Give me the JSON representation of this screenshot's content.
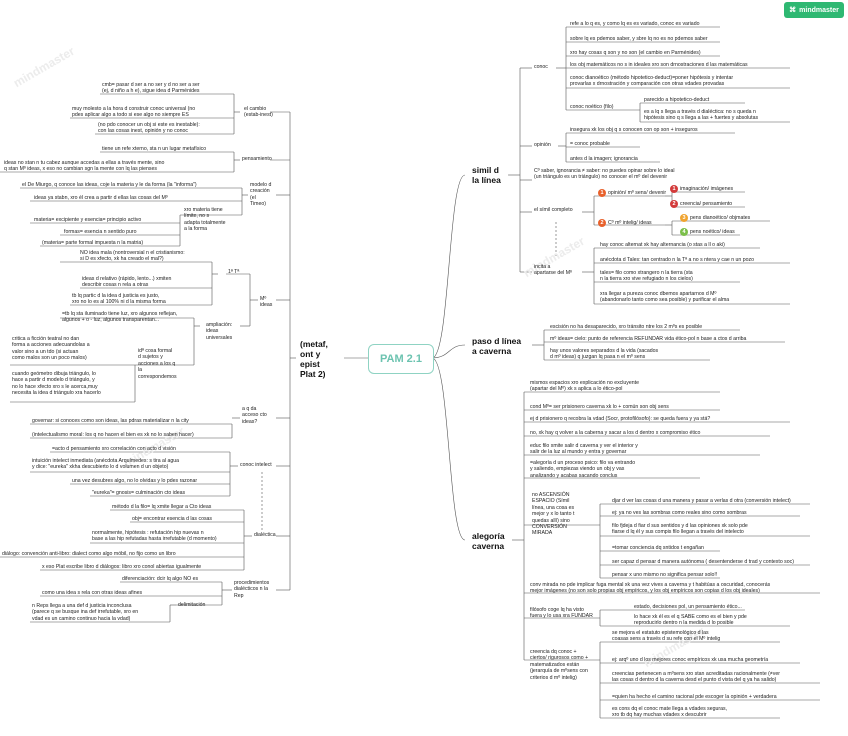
{
  "brand": {
    "name": "mindmaster"
  },
  "watermark": "mindmaster",
  "center": "PAM 2.1",
  "left_root": "(metaf,\nont y\nepist\nPlat 2)",
  "branches": {
    "simil": "simil d\nla línea",
    "paso": "paso d línea\na caverna",
    "alegoria": "alegoría\ncaverna"
  },
  "right_top": {
    "conoc": "conoc",
    "items": [
      "refe a lo q es, y como lq es es variado, conoc es variado",
      "sobre lq es pdemos saber, y sbre lq no es no pdemos saber",
      "xro hay cosas q son y no son (el cambio en Parménides)",
      "los obj matemáticos no s in ideales xro son drnostraciones d las matemáticas",
      "conoc dianoético (método hipotetico-deduct)=poner hipótesis y intentar\nprovarlas x drnostración y comparación con otras vdades provadas",
      "conoc noético (filo)"
    ],
    "noetico_sub": [
      "parecido a hipotetico-deduct",
      "es a lq s llega a través d dialéctica: no s queda n\nhipótesis sino q s llega a las + fuertes y absolutas"
    ]
  },
  "opinion": {
    "label": "opinión",
    "items": [
      "insegura xk los obj q s conocen con op son + inseguros",
      "= conoc probable",
      "antes d la imagen; ignorancia"
    ]
  },
  "cm": "Cº saber, ignorancia ≠ saber: no puedes opinar sobre lo ideal\n(un triángulo es un triángulo) no conocer el mº del devenir",
  "simil_completo": {
    "label": "el símil completo",
    "a": "opinión/ mº sens/ devenir",
    "b": "Cº mº intelig/ ideas",
    "a1": "imaginación/ imágenes",
    "a2": "creencia/ pensamiento",
    "b1": "pens dianoético/ objmates",
    "b2": "pens noético/ ideas",
    "n1": "1",
    "n2": "2"
  },
  "incita": {
    "label": "incita a\napartarse del Mº",
    "items": [
      "hay conoc alternat xk hay alternancia (o stas a ll o aki)",
      "anécdota d Tales: tan centrado n la Tª a no s ntera y cae n un pozo",
      "tales= filo como xtrangero n la tierra (sta\nn la tierra xro vive refugiado n los cielos)",
      "xra llegar a pureza conoc dbemos apartarnos d Mº\n(abandonarlo tanto como sea posible) y purificar el alma"
    ]
  },
  "paso_items": [
    "escisión no ha desaparecido, xro tránsito ntre los 2 mºs es posible",
    "mº ideas= cielo: punto de referencia REFUNDAR vida ético-pol n base a ctos d arriba",
    "hay unos valores separados d la vida (sacados\nd mº ideas) q juzgan lq pasa n el mº sens"
  ],
  "alegoria_items": [
    "mismos espacios xro explicación no excluyente\n(apartar del Mº) xk s aplica a lo ético-pol",
    "cond Mº= ser prisionero caverna xk lo + común son obj sens",
    "ej d prisionero q recobra la vdad (Socr, protofilósofo): se queda fuera y ya stá?",
    "no, xk hay q volver a la caberna y sacar a los d dentro x compromiso ético",
    "educ filo xmite salir d caverna y ver el interior y\nsalir de la luz al mundo y entra y governar",
    "=alegoría d un proceso psico: filo va entrando\ny saliendo, empiezas viendo un obj y vas\nanalizando y acabas sacando conclus"
  ],
  "ascension": {
    "label": "no ASCENSIÓN\nESPACIO (Símil\nlínea, una cosa es\nmejor y x lo tanto t\nquedas allí) sino\nCONVERSIÓN\nMIRADA",
    "items": [
      "djar d ver las cosas d una manera y pasar a verlas d otra (conversión intelect)",
      "ej: ya no ves las sombras como reales sino como sombras",
      "filo fjdeja d fiar d sus sentidos y d las opiniones xk solo pde\nfiarse d lq él y sus compis filo llegan a través del intelecto",
      "=tomar conciencia dq sntidos t engañan",
      "ser capaz d pensar d manera autónoma ( desentenderse d trad y contexto soc)",
      "pensar x uno mismo no significa pensar solo!!"
    ]
  },
  "conv": "conv mirada no pde implicar fuga mental xk una vez vives a caverna y t habitúas a oscuridad, conocerás\nmejor imágenes (no son solo propias obj empíricos, y los obj empíricos son copias d los obj ideales)",
  "filosofo": {
    "label": "filósofo coge lq ha visto\nfuera y lo usa xra FUNDAR",
    "items": [
      "estado, decisiones pol, un pensamiento ético...",
      "lo hace xk él es el q SABE como es el bien y pde\nreproducirlo dentro n la medida d lo posible"
    ]
  },
  "creencia": {
    "label": "creencia dq conoc +\nciertos/ rigurosos como +\nmatematizados están\n(jerarquía de mºsens con\ncriterios d mº intelig)",
    "items": [
      "se mejora el estatuto epistemológico d las\ncoasas sens a través d su refe con el Mº intelig",
      "ej: arqº uno d los mejores conoc empíricos xk usa mucha geometría",
      "creencias pertenecen a mºsens xro stan acreditadas racionalmente (≠ver\nlas cosas d dentro d la caverna desd el punto d vista del q ya ha salido)",
      "=quien ha hecho el camino racional pde escoger la opinión + verdadera",
      "es cons dq el conoc mate llega a vdades seguras,\nxro tb dq hay muchas vdades x descubrir"
    ]
  },
  "left": {
    "cambio": {
      "label": "el cambio\n(estab-inest)",
      "items": [
        "cmb= pasar d ser a no ser y d no ser a ser\n(ej, d niño a h e), sigue idea d Parménides",
        "muy molesto a la hora d construir conoc universal (no\npdes aplicar algo a todo si ese algo no siempre ES",
        "(no pdo conocer un obj si este es inestable):\ncon las cosas inest, opinión y no conoc"
      ]
    },
    "pens": {
      "label": "pensamiento",
      "items": [
        "tiene un refe xterno, sta n un lugar metafísico",
        "ideas no stan n tu cabez aunque accedas a ellas a través mente, sino\nq stan Mº ideas, x eso no cambian sgn la mente con lq las pienses"
      ]
    },
    "modelo": {
      "label": "modelo d\ncreación\n(el\nTimeo)",
      "items": [
        "el De Miurgo, q conoce las ideas, coje la materia y le da forma (la \"informa\")",
        "ideas ya stabn, xro él crea a partir d ellas las cosas del Mº",
        "materia= excipiente y esencia= principio activo",
        "formas= esencia n sentido puro",
        "(materia= parte formal impuesta n la matria)"
      ],
      "xro": "xro materia tiene\nlímite, no s\nadapta totalmente\na la forma"
    },
    "ideas": {
      "label": "Mº\nideas",
      "tt": "1ª Tª",
      "tt_items": [
        "NO idea mala (nontroversial n el cristianismo:\nsi D es xfecto, xk ha creado el mal?)",
        "ideas d relativo (rápido, lento...) xmiten\ndescribir cosas n rela a otras",
        "tb lq partic d la idea d justicia es justo,\nxro no lo es al 100% ni d la misma forma"
      ],
      "amp": "ampliación:\nideas\nuniversales",
      "amp_items": [
        "=tb lq sta iluminado tiene luz, xro algunos reflejan,\nalgunos + o - luz, algunos transparentan..."
      ],
      "crit": "critica a ficción teatral no dan\nforma a acciones adecuandolas a\nvalor sino a un tdo (si actuan\ncomo malos son un poco malos)",
      "ide": "idª cosa formal\nd sujetos y\nacciones a los q\nla\ncorrespondemos",
      "cuando": "cuando geómetro dibuja triángulo, lo\nhace a partir d modelo d triángulo, y\nno lo hace xfecto xro s le acerca,muy\nnecesita la idea d triángulo xra hacerlo"
    },
    "aqda": {
      "label": "a q da\nacceso cto\nideas?",
      "items": [
        "governar: si conoces como son ideas, las pdras materializar n la city",
        "(intelectualismo moral: los q no hacen el bien es xk no lo saben hacer)"
      ]
    },
    "conoc_intelect": {
      "label": "conoc intelect",
      "items": [
        "=acto d pensamiento xro correlación con acto d visión",
        "intuición intelect inmediata (anécdota Arquímedes: s tira al agua\ny dice: \"eureka\" xkha descubierto lo d volumen d un objeto)",
        "una vez desubres algo, no lo olvidas y lo pdes razonar",
        "\"eureka\"= gnosis= culminación cto ideas"
      ]
    },
    "dialectica": {
      "label": "dialéctica",
      "items": [
        "método d la filo= lq xmite llegar a Cto ideas",
        "obj= encontrar esencia d las cosas",
        "normalmente, hipótesis : refutación hip nuevas n\nbase a las hip refutadas hasta irrefutable (d momento)",
        "diálogo: convención anti-libro: dialect como algo móbil, no fijo como un libro",
        "x eso Plat escribe libro d diálogos: libro xro conol abiertas igualmente"
      ]
    },
    "proc": {
      "label": "procedimientos\ndialécticos n la\nRep",
      "items": [
        "diferenciación: dcir lq algo NO es",
        "como una idea s rela con otras ideas afines"
      ],
      "delim": "delimitación",
      "delim_items": [
        "n Reps llega a una def d justicia inconclusa\n(parece q se busque ina def irrefutable, xro en\nvdad es un camino continuo hacia la vdad)"
      ]
    }
  }
}
